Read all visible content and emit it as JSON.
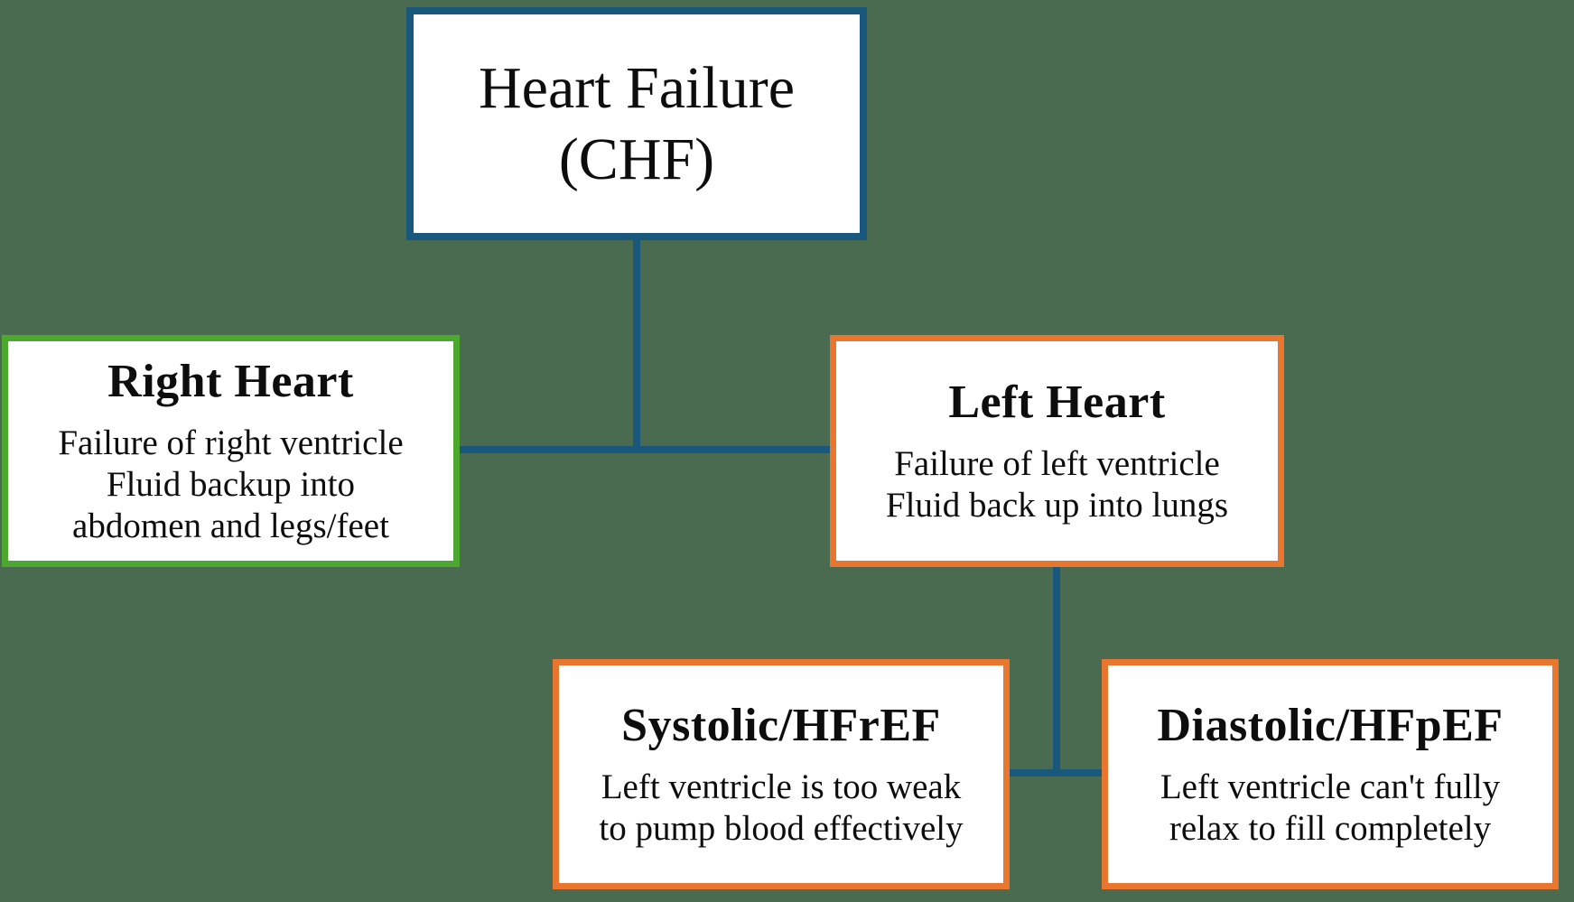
{
  "diagram": {
    "type": "flowchart",
    "topic": "Heart Failure classification"
  },
  "colors": {
    "background": "#4a6b50",
    "connector": "#17587c",
    "root_border": "#17587c",
    "right_heart_border": "#4ca82e",
    "left_heart_border": "#e9762f",
    "node_background": "#ffffff",
    "text": "#0d0d0d"
  },
  "nodes": {
    "chf": {
      "title_line1": "Heart Failure",
      "title_line2": "(CHF)"
    },
    "right_heart": {
      "title": "Right Heart",
      "body": [
        "Failure of right ventricle",
        "Fluid backup into",
        "abdomen and legs/feet"
      ]
    },
    "left_heart": {
      "title": "Left Heart",
      "body": [
        "Failure of left ventricle",
        "Fluid back up into lungs"
      ]
    },
    "systolic": {
      "title": "Systolic/HFrEF",
      "body": [
        "Left ventricle is too weak",
        "to pump blood effectively"
      ]
    },
    "diastolic": {
      "title": "Diastolic/HFpEF",
      "body": [
        "Left ventricle can't fully",
        "relax to fill completely"
      ]
    }
  }
}
